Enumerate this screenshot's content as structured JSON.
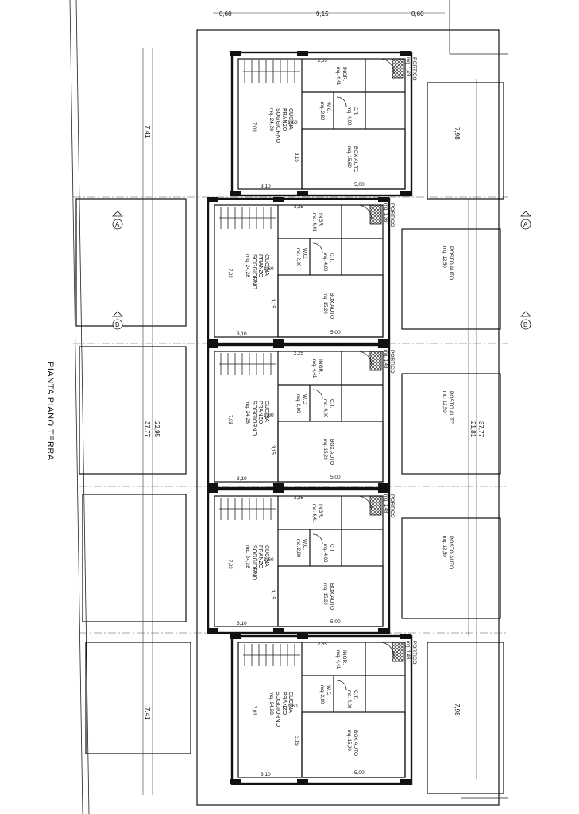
{
  "title": "PIANTA PIANO TERRA",
  "section_markers": [
    "A",
    "B"
  ],
  "top_dimensions": [
    "0,60",
    "9,15",
    "0,60"
  ],
  "overall": {
    "total_length": "37,77",
    "middle_length": "22,95",
    "right_middle_length": "21,81",
    "end_unit_length": "7,41",
    "end_unit_length_right": "7,98"
  },
  "units": [
    {
      "type": "end",
      "cucina_label": "CUCINA",
      "pranzo_label": "PRANZO",
      "soggiorno_label": "SOGGIORNO",
      "kitchen_area": "mq. 24,28",
      "ingr_label": "INGR.",
      "ingr_area": "mq. 4,41",
      "wc_label": "W.C.",
      "wc_area": "mq. 2,80",
      "ct_label": "C.T.",
      "ct_area": "mq. 4,00",
      "box_label": "BOX AUTO",
      "box_area": "mq. 15,60",
      "portico_label": "PORTICO",
      "portico_area": "mq. 1,43",
      "dim_width": "3,10",
      "dim_depth": "7,03",
      "dim_box": "5,00",
      "dim_stair": "1,60",
      "dim_side": "3,15",
      "dim_small": "2,55"
    },
    {
      "type": "middle",
      "cucina_label": "CUCINA",
      "pranzo_label": "PRANZO",
      "soggiorno_label": "SOGGIORNO",
      "kitchen_area": "mq. 24,28",
      "ingr_label": "INGR.",
      "ingr_area": "mq. 4,41",
      "wc_label": "W.C.",
      "wc_area": "mq. 2,80",
      "ct_label": "C.T.",
      "ct_area": "mq. 4,00",
      "box_label": "BOX AUTO",
      "box_area": "mq. 15,20",
      "portico_label": "PORTICO",
      "portico_area": "mq. 1,36",
      "dim_width": "3,10",
      "dim_depth": "7,03",
      "dim_box": "5,00",
      "dim_stair": "1,60",
      "dim_side": "3,15",
      "dim_small": "2,25"
    },
    {
      "type": "middle",
      "cucina_label": "CUCINA",
      "pranzo_label": "PRANZO",
      "soggiorno_label": "SOGGIORNO",
      "kitchen_area": "mq. 24,28",
      "ingr_label": "INGR.",
      "ingr_area": "mq. 4,41",
      "wc_label": "W.C.",
      "wc_area": "mq. 2,80",
      "ct_label": "C.T.",
      "ct_area": "mq. 4,00",
      "box_label": "BOX AUTO",
      "box_area": "mq. 15,20",
      "portico_label": "PORTICO",
      "portico_area": "mq. 1,48",
      "dim_width": "3,10",
      "dim_depth": "7,03",
      "dim_box": "5,00",
      "dim_stair": "1,60",
      "dim_side": "3,15",
      "dim_small": "2,25"
    },
    {
      "type": "middle",
      "cucina_label": "CUCINA",
      "pranzo_label": "PRANZO",
      "soggiorno_label": "SOGGIORNO",
      "kitchen_area": "mq. 24,28",
      "ingr_label": "INGR.",
      "ingr_area": "mq. 4,41",
      "wc_label": "W.C.",
      "wc_area": "mq. 2,80",
      "ct_label": "C.T.",
      "ct_area": "mq. 4,00",
      "box_label": "BOX AUTO",
      "box_area": "mq. 15,20",
      "portico_label": "PORTICO",
      "portico_area": "mq. 1,48",
      "dim_width": "3,10",
      "dim_depth": "7,03",
      "dim_box": "5,00",
      "dim_stair": "1,60",
      "dim_side": "3,15",
      "dim_small": "2,25"
    },
    {
      "type": "end",
      "cucina_label": "CUCINA",
      "pranzo_label": "PRANZO",
      "soggiorno_label": "SOGGIORNO",
      "kitchen_area": "mq. 24,28",
      "ingr_label": "INGR.",
      "ingr_area": "mq. 4,41",
      "wc_label": "W.C.",
      "wc_area": "mq. 2,80",
      "ct_label": "C.T.",
      "ct_area": "mq. 4,00",
      "box_label": "BOX AUTO",
      "box_area": "mq. 15,20",
      "portico_label": "PORTICO",
      "portico_area": "mq. 1,48",
      "dim_width": "3,10",
      "dim_depth": "7,03",
      "dim_box": "5,00",
      "dim_stair": "1,60",
      "dim_side": "3,15",
      "dim_small": "2,55"
    }
  ],
  "parking": [
    {
      "label": "POSTO AUTO",
      "area": "mq. 12,50"
    },
    {
      "label": "POSTO AUTO",
      "area": "mq. 12,50"
    },
    {
      "label": "POSTO AUTO",
      "area": "mq. 12,50"
    }
  ]
}
